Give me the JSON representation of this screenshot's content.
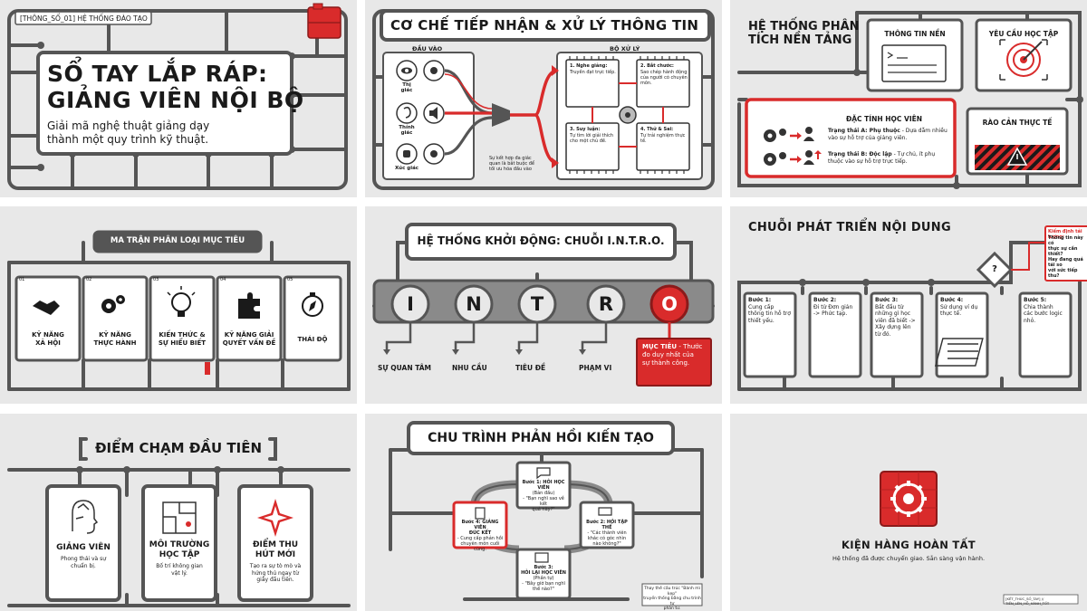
{
  "colors": {
    "accent": "#d92b2b",
    "frame": "#555555",
    "frame_light": "#8a8a8a",
    "panel_bg": "#e8e8e8",
    "card": "#ffffff",
    "dark": "#1a1a1a"
  },
  "p1": {
    "tag": "[THÔNG_SỐ_01] HỆ THỐNG ĐÀO TẠO",
    "title_line1": "SỔ TAY LẮP RÁP:",
    "title_line2": "GIẢNG VIÊN NỘI BỘ",
    "subtitle_line1": "Giải mã nghệ thuật giảng dạy",
    "subtitle_line2": "thành một quy trình kỹ thuật."
  },
  "p2": {
    "title": "CƠ CHẾ TIẾP NHẬN & XỬ LÝ THÔNG TIN",
    "input_label": "ĐẦU VÀO",
    "processor_label": "BỘ XỬ LÝ",
    "senses": [
      "Thị giác",
      "Thính giác",
      "Xúc giác"
    ],
    "note": "Sự kết hợp đa giác quan là bắt buộc để tối ưu hóa đầu vào",
    "chips": [
      {
        "head": "1. Nghe giảng:",
        "body": "Truyền đạt trực tiếp."
      },
      {
        "head": "2. Bắt chước:",
        "body": "Sao chép hành động của người có chuyên môn."
      },
      {
        "head": "3. Suy luận:",
        "body": "Tự tìm lời giải thích cho một chủ đề."
      },
      {
        "head": "4. Thử & Sai:",
        "body": "Tự trải nghiệm thực tế."
      }
    ]
  },
  "p3": {
    "title_line1": "HỆ THỐNG PHÂN",
    "title_line2": "TÍCH NỀN TẢNG",
    "card1": "THÔNG TIN NỀN",
    "card2": "YÊU CẦU HỌC TẬP",
    "card3_title": "ĐẶC TÍNH HỌC VIÊN",
    "state_a_head": "Trạng thái A: Phụ thuộc",
    "state_a_body": "- Dựa dẫm nhiều vào sự hỗ trợ của giảng viên.",
    "state_b_head": "Trạng thái B: Độc lập",
    "state_b_body": "- Tự chủ, ít phụ thuộc vào sự hỗ trợ trực tiếp.",
    "card4": "RÀO CẢN THỰC TẾ"
  },
  "p4": {
    "title": "MA TRẬN PHÂN LOẠI MỤC TIÊU",
    "items": [
      {
        "num": "01",
        "line1": "KỸ NĂNG",
        "line2": "XÃ HỘI"
      },
      {
        "num": "02",
        "line1": "KỸ NĂNG",
        "line2": "THỰC HÀNH"
      },
      {
        "num": "03",
        "line1": "KIẾN THỨC &",
        "line2": "SỰ HIỂU BIẾT"
      },
      {
        "num": "04",
        "line1": "KỸ NĂNG GIẢI",
        "line2": "QUYẾT VẤN ĐỀ"
      },
      {
        "num": "05",
        "line1": "THÁI ĐỘ",
        "line2": ""
      }
    ]
  },
  "p5": {
    "title": "HỆ THỐNG KHỞI ĐỘNG: CHUỖI I.N.T.R.O.",
    "letters": [
      "I",
      "N",
      "T",
      "R",
      "O"
    ],
    "labels": [
      "SỰ QUAN TÂM",
      "NHU CẦU",
      "TIÊU ĐỀ",
      "PHẠM VI"
    ],
    "goal_head": "MỤC TIÊU",
    "goal_line1": "- Thước",
    "goal_line2": "đo duy nhất của",
    "goal_line3": "sự thành công."
  },
  "p6": {
    "title": "CHUỖI PHÁT TRIỂN NỘI DUNG",
    "check_head": "Kiểm định tải lượng:",
    "check_body": [
      "Thông tin này có",
      "thực sự cần thiết?",
      "Hay đang quá tải so",
      "với sức tiếp thu?"
    ],
    "steps": [
      {
        "head": "Bước 1:",
        "lines": [
          "Cung cấp",
          "thông tin hỗ trợ",
          "thiết yếu."
        ]
      },
      {
        "head": "Bước 2:",
        "lines": [
          "Đi từ Đơn giản",
          "-> Phức tạp."
        ]
      },
      {
        "head": "Bước 3:",
        "lines": [
          "Bắt đầu từ",
          "những gì học",
          "viên đã biết ->",
          "Xây dựng lên",
          "từ đó."
        ]
      },
      {
        "head": "Bước 4:",
        "lines": [
          "Sử dụng ví dụ",
          "thực tế."
        ]
      },
      {
        "head": "Bước 5:",
        "lines": [
          "Chia thành",
          "các bước logic",
          "nhỏ."
        ]
      }
    ]
  },
  "p7": {
    "title": "ĐIỂM CHẠM ĐẦU TIÊN",
    "cards": [
      {
        "line1": "GIẢNG VIÊN",
        "line2": "",
        "desc": [
          "Phong thái và sự",
          "chuẩn bị."
        ]
      },
      {
        "line1": "MÔI TRƯỜNG",
        "line2": "HỌC TẬP",
        "desc": [
          "Bố trí không gian",
          "vật lý."
        ]
      },
      {
        "line1": "ĐIỂM THU",
        "line2": "HÚT MỚI",
        "desc": [
          "Tạo ra sự tò mò và",
          "hứng thú ngay từ",
          "giây đầu tiên."
        ]
      }
    ]
  },
  "p8": {
    "title": "CHU TRÌNH PHẢN HỒI KIẾN TẠO",
    "nodes": [
      {
        "lines": [
          "Bước 1: HỎI HỌC VIÊN",
          "(Bản đầu)",
          "- \"Bạn nghĩ sao về kết",
          "quả này?\""
        ]
      },
      {
        "lines": [
          "Bước 2: HỎI TẬP THỂ",
          "- \"Các thành viên",
          "khác có góc nhìn",
          "nào không?\""
        ]
      },
      {
        "lines": [
          "Bước 3:",
          "HỎI LẠI HỌC VIÊN",
          "(Phần tự)",
          "- \"Bây giờ bạn nghĩ",
          "thế nào?\""
        ]
      },
      {
        "lines": [
          "Bước 4: GIẢNG VIÊN",
          "ĐÚC KẾT",
          "- Cung cấp phản hồi",
          "chuyên môn cuối cùng."
        ]
      }
    ],
    "note": [
      "Thay thế cấu trúc \"Bánh mì kẹp\"",
      "truyền thống bằng chu trình tự",
      "phản tư."
    ]
  },
  "p9": {
    "title": "KIỆN HÀNG HOÀN TẤT",
    "subtitle": "Hệ thống đã được chuyển giao. Sẵn sàng vận hành.",
    "footer": "[KẾT_THÚC_SỐ_TAY] // TIẾN_LÊN_HỖ_HÀNH_TỐT"
  }
}
